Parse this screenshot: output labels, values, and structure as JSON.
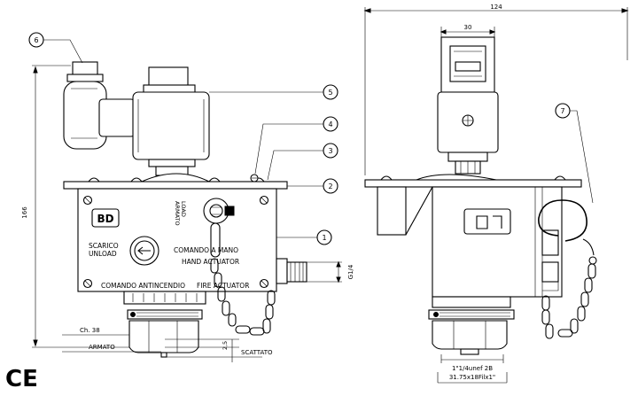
{
  "callouts": [
    "1",
    "2",
    "3",
    "4",
    "5",
    "6",
    "7"
  ],
  "dimensions": {
    "overall_width": "124",
    "coil_width": "30",
    "height": "166",
    "port_size": "G1/4",
    "stroke": "2,5",
    "hex": "Ch. 38",
    "thread_line1": "1\"1/4unef 2B",
    "thread_line2": "31.75x18Filx1\""
  },
  "labels": {
    "scarico": "SCARICO",
    "unload": "UNLOAD",
    "armato_top": "ARMATO",
    "load_top": "LOAD",
    "comando_a_mano": "COMANDO   A MANO",
    "hand_actuator": "HAND   ACTUATOR",
    "comando_antincendio": "COMANDO  ANTINCENDIO",
    "fire_actuator": "FIRE  ACTUATOR",
    "armato_bottom": "ARMATO",
    "scattato": "SCATTATO",
    "ce_mark": "CE"
  },
  "icons": [
    "logo-badge-icon",
    "arrow-button-icon",
    "chain-icon",
    "pin-ring-icon"
  ]
}
